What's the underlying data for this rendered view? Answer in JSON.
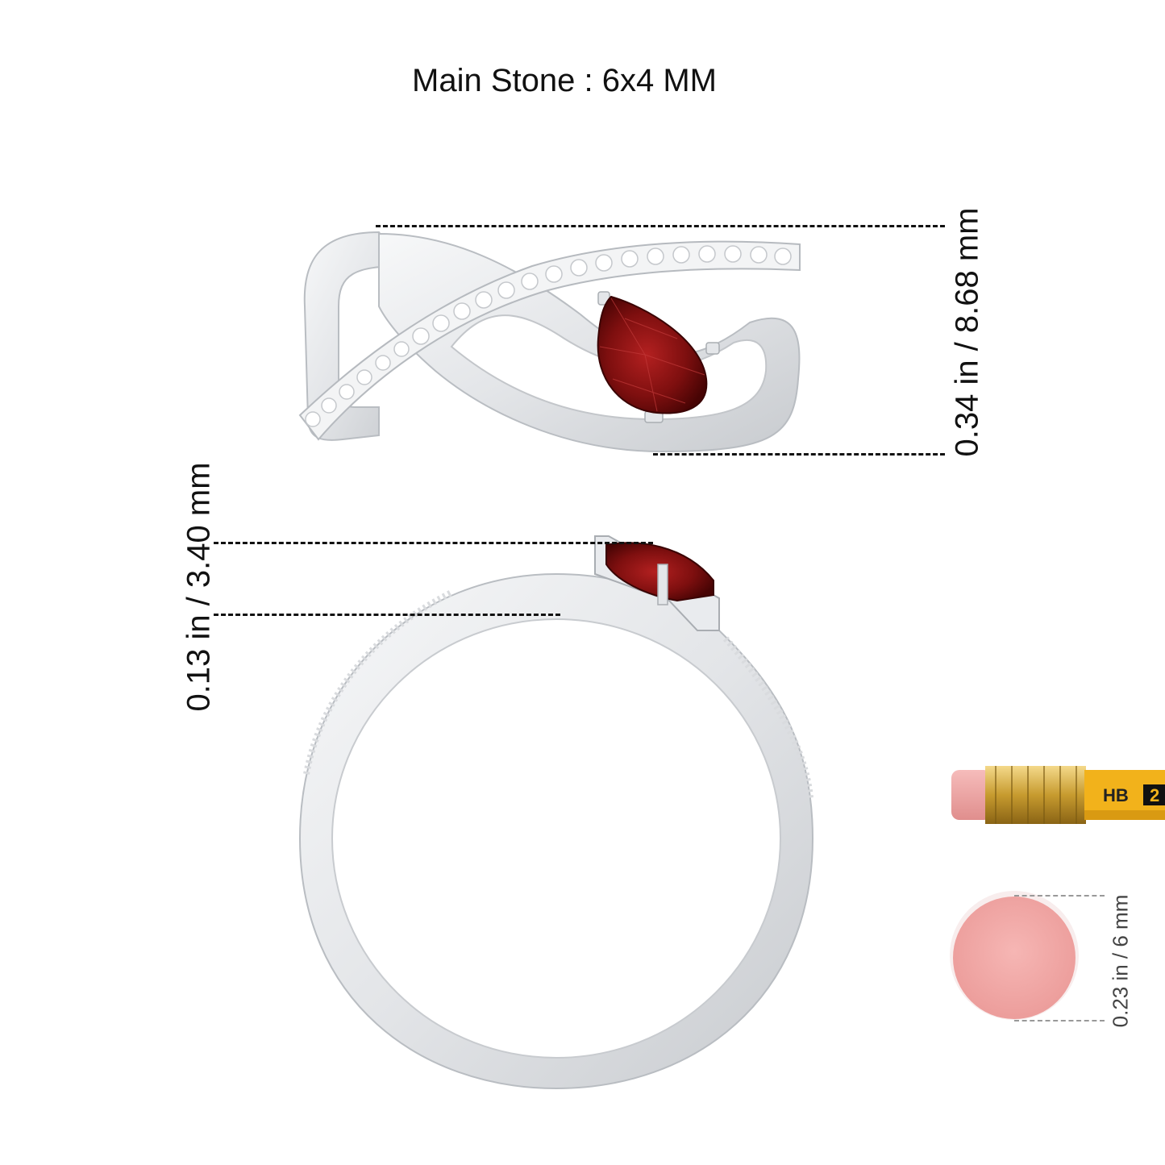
{
  "title": "Main Stone : 6x4 MM",
  "dimensions": {
    "top_view_height": "0.34 in / 8.68 mm",
    "side_view_height": "0.13 in / 3.40 mm",
    "eraser_diameter": "0.23 in / 6 mm"
  },
  "pencil": {
    "grade": "HB",
    "number": "2"
  },
  "colors": {
    "metal": "#eceef0",
    "metal_shadow": "#c9ccd0",
    "stone": "#8a1414",
    "stone_dark": "#4e0606",
    "pencil_body": "#f2b21b",
    "ferrule": "#c9a23c",
    "eraser": "#f0a7a6"
  }
}
